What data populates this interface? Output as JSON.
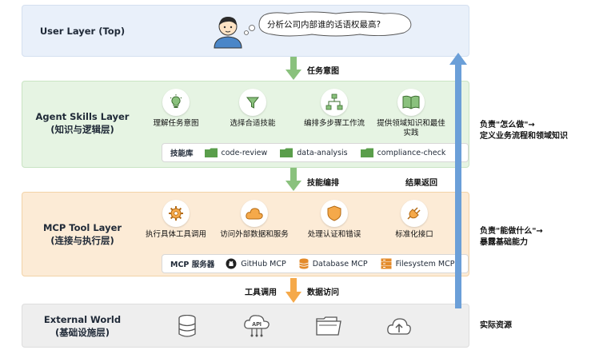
{
  "user_layer": {
    "title": "User Layer (Top)",
    "question": "分析公司内部谁的话语权最高?"
  },
  "flow_labels": {
    "intent": "任务意图",
    "skill_orchestration": "技能编排",
    "result_return": "结果返回",
    "tool_call": "工具调用",
    "data_access": "数据访问"
  },
  "agent_layer": {
    "title": "Agent Skills Layer",
    "subtitle": "(知识与逻辑层)",
    "features": [
      {
        "icon": "lightbulb-icon",
        "label": "理解任务意图"
      },
      {
        "icon": "funnel-icon",
        "label": "选择合适技能"
      },
      {
        "icon": "workflow-icon",
        "label": "编排多步骤工作流"
      },
      {
        "icon": "book-icon",
        "label": "提供领域知识和最佳实践"
      }
    ],
    "bar_prefix": "技能库",
    "bar_items": [
      "code-review",
      "data-analysis",
      "compliance-check"
    ]
  },
  "mcp_layer": {
    "title": "MCP Tool Layer",
    "subtitle": "(连接与执行层)",
    "features": [
      {
        "icon": "gear-icon",
        "label": "执行具体工具调用"
      },
      {
        "icon": "cloud-icon",
        "label": "访问外部数据和服务"
      },
      {
        "icon": "shield-icon",
        "label": "处理认证和错误"
      },
      {
        "icon": "plug-icon",
        "label": "标准化接口"
      }
    ],
    "bar_prefix": "MCP 服务器",
    "bar_items": [
      "GitHub MCP",
      "Database MCP",
      "Filesystem MCP"
    ]
  },
  "world_layer": {
    "title": "External World",
    "subtitle": "(基础设施层)",
    "resources": [
      "database-icon",
      "api-icon",
      "folder-icon",
      "cloud-upload-icon"
    ],
    "api_text": "API"
  },
  "side_notes": {
    "agent_line1": "负责\"怎么做\"→",
    "agent_line2": "定义业务流程和领域知识",
    "mcp_line1": "负责\"能做什么\"→",
    "mcp_line2": "暴露基础能力",
    "world": "实际资源"
  },
  "colors": {
    "user_bg": "#e9f0fa",
    "agent_bg": "#e6f4e3",
    "mcp_bg": "#fcebd6",
    "world_bg": "#eeeeee",
    "green_arrow": "#8ac17d",
    "orange_arrow": "#f5a94a",
    "blue_arrow": "#6b9fd8",
    "folder_green": "#5a9e4b",
    "mcp_orange": "#e38a2a"
  }
}
